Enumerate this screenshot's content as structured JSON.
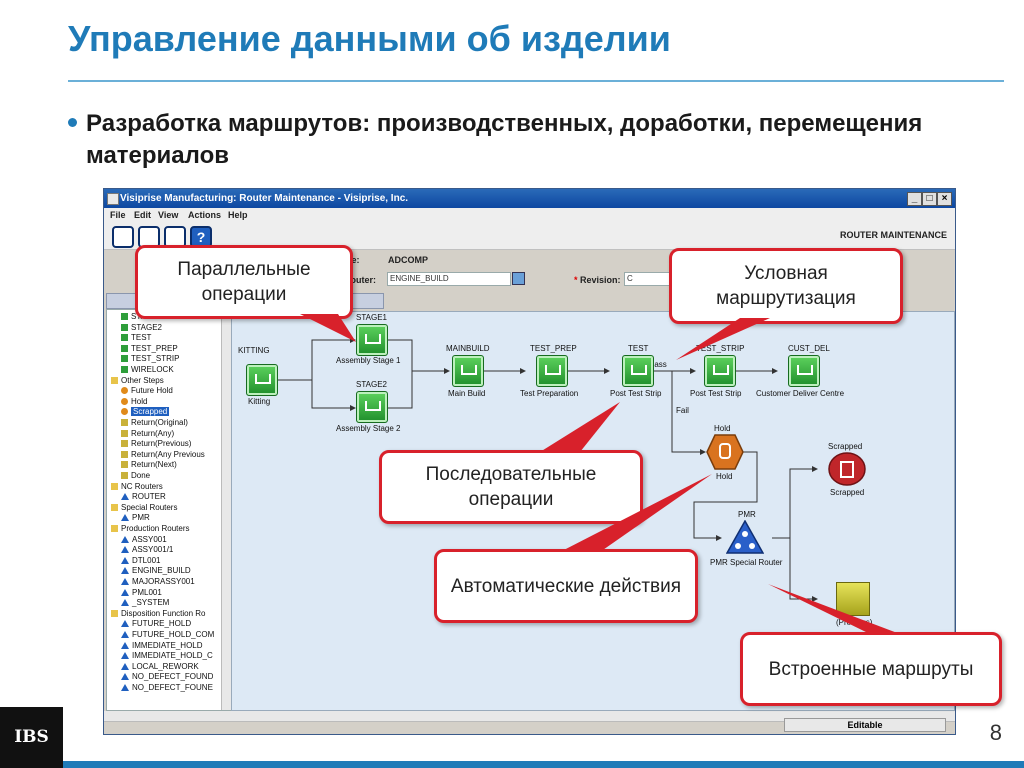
{
  "slide": {
    "title": "Управление данными об изделии",
    "bullet": "Разработка маршрутов: производственных, доработки, перемещения материалов",
    "page_number": "8",
    "logo_text": "IBS"
  },
  "window": {
    "title": "Visiprise Manufacturing: Router Maintenance - Visiprise, Inc.",
    "menu": [
      "File",
      "Edit",
      "View",
      "Actions",
      "Help"
    ],
    "toolbar_title": "ROUTER MAINTENANCE",
    "site_label": "Site:",
    "site_value": "ADCOMP",
    "router_label": "Router:",
    "router_value": "ENGINE_BUILD",
    "revision_label": "Revision:",
    "revision_value": "C",
    "status": "Editable",
    "window_buttons": [
      "_",
      "□",
      "×"
    ]
  },
  "tree": [
    {
      "label": "STAGE1",
      "icon": "green",
      "indent": 1
    },
    {
      "label": "STAGE2",
      "icon": "green",
      "indent": 1
    },
    {
      "label": "TEST",
      "icon": "green",
      "indent": 1
    },
    {
      "label": "TEST_PREP",
      "icon": "green",
      "indent": 1
    },
    {
      "label": "TEST_STRIP",
      "icon": "green",
      "indent": 1
    },
    {
      "label": "WIRELOCK",
      "icon": "green",
      "indent": 1
    },
    {
      "label": "Other Steps",
      "icon": "folder",
      "indent": 0
    },
    {
      "label": "Future Hold",
      "icon": "orange",
      "indent": 1
    },
    {
      "label": "Hold",
      "icon": "orange",
      "indent": 1
    },
    {
      "label": "Scrapped",
      "icon": "orange",
      "indent": 1,
      "selected": true
    },
    {
      "label": "Return(Original)",
      "icon": "star",
      "indent": 1
    },
    {
      "label": "Return(Any)",
      "icon": "star",
      "indent": 1
    },
    {
      "label": "Return(Previous)",
      "icon": "star",
      "indent": 1
    },
    {
      "label": "Return(Any Previous",
      "icon": "star",
      "indent": 1
    },
    {
      "label": "Return(Next)",
      "icon": "star",
      "indent": 1
    },
    {
      "label": "Done",
      "icon": "star",
      "indent": 1
    },
    {
      "label": "NC Routers",
      "icon": "folder",
      "indent": 0
    },
    {
      "label": "ROUTER",
      "icon": "blue",
      "indent": 1
    },
    {
      "label": "Special Routers",
      "icon": "folder",
      "indent": 0
    },
    {
      "label": "PMR",
      "icon": "blue",
      "indent": 1
    },
    {
      "label": "Production Routers",
      "icon": "folder",
      "indent": 0
    },
    {
      "label": "ASSY001",
      "icon": "blue",
      "indent": 1
    },
    {
      "label": "ASSY001/1",
      "icon": "blue",
      "indent": 1
    },
    {
      "label": "DTL001",
      "icon": "blue",
      "indent": 1
    },
    {
      "label": "ENGINE_BUILD",
      "icon": "blue",
      "indent": 1
    },
    {
      "label": "MAJORASSY001",
      "icon": "blue",
      "indent": 1
    },
    {
      "label": "PML001",
      "icon": "blue",
      "indent": 1
    },
    {
      "label": "_SYSTEM",
      "icon": "blue",
      "indent": 1
    },
    {
      "label": "Disposition Function Ro",
      "icon": "folder",
      "indent": 0
    },
    {
      "label": "FUTURE_HOLD",
      "icon": "blue",
      "indent": 1
    },
    {
      "label": "FUTURE_HOLD_COM",
      "icon": "blue",
      "indent": 1
    },
    {
      "label": "IMMEDIATE_HOLD",
      "icon": "blue",
      "indent": 1
    },
    {
      "label": "IMMEDIATE_HOLD_C",
      "icon": "blue",
      "indent": 1
    },
    {
      "label": "LOCAL_REWORK",
      "icon": "blue",
      "indent": 1
    },
    {
      "label": "NO_DEFECT_FOUND",
      "icon": "blue",
      "indent": 1
    },
    {
      "label": "NO_DEFECT_FOUNE",
      "icon": "blue",
      "indent": 1
    }
  ],
  "nodes": [
    {
      "id": "kitting",
      "top": "KITTING",
      "bottom": "Kitting"
    },
    {
      "id": "stage1",
      "top": "STAGE1",
      "bottom": "Assembly Stage 1"
    },
    {
      "id": "stage2",
      "top": "STAGE2",
      "bottom": "Assembly Stage 2"
    },
    {
      "id": "mainbuild",
      "top": "MAINBUILD",
      "bottom": "Main Build"
    },
    {
      "id": "test_prep",
      "top": "TEST_PREP",
      "bottom": "Test Preparation"
    },
    {
      "id": "test",
      "top": "TEST",
      "bottom": "Post Test Strip"
    },
    {
      "id": "test_strip",
      "top": "TEST_STRIP",
      "bottom": "Post Test Strip"
    },
    {
      "id": "cust_del",
      "top": "CUST_DEL",
      "bottom": "Customer Deliver Centre"
    },
    {
      "id": "hold",
      "top": "Hold",
      "bottom": "Hold"
    },
    {
      "id": "pmr",
      "top": "PMR",
      "bottom": "PMR Special Router"
    },
    {
      "id": "scrapped",
      "top": "Scrapped",
      "bottom": "Scrapped"
    },
    {
      "id": "previous",
      "top": "",
      "bottom": "(Previous)"
    }
  ],
  "edge_labels": {
    "pass": "Pass",
    "fail": "Fail"
  },
  "callouts": {
    "parallel": "Параллельные операции",
    "conditional": "Условная маршрутизация",
    "sequential": "Последовательные операции",
    "automatic": "Автоматические действия",
    "embedded": "Встроенные маршруты"
  },
  "colors": {
    "accent": "#1f7bb8",
    "callout_border": "#d8212b",
    "node_green": "#2e9e3a",
    "hold_orange": "#d9731f",
    "scrap_red": "#c0262a",
    "pmr_blue": "#2a5fc9"
  }
}
